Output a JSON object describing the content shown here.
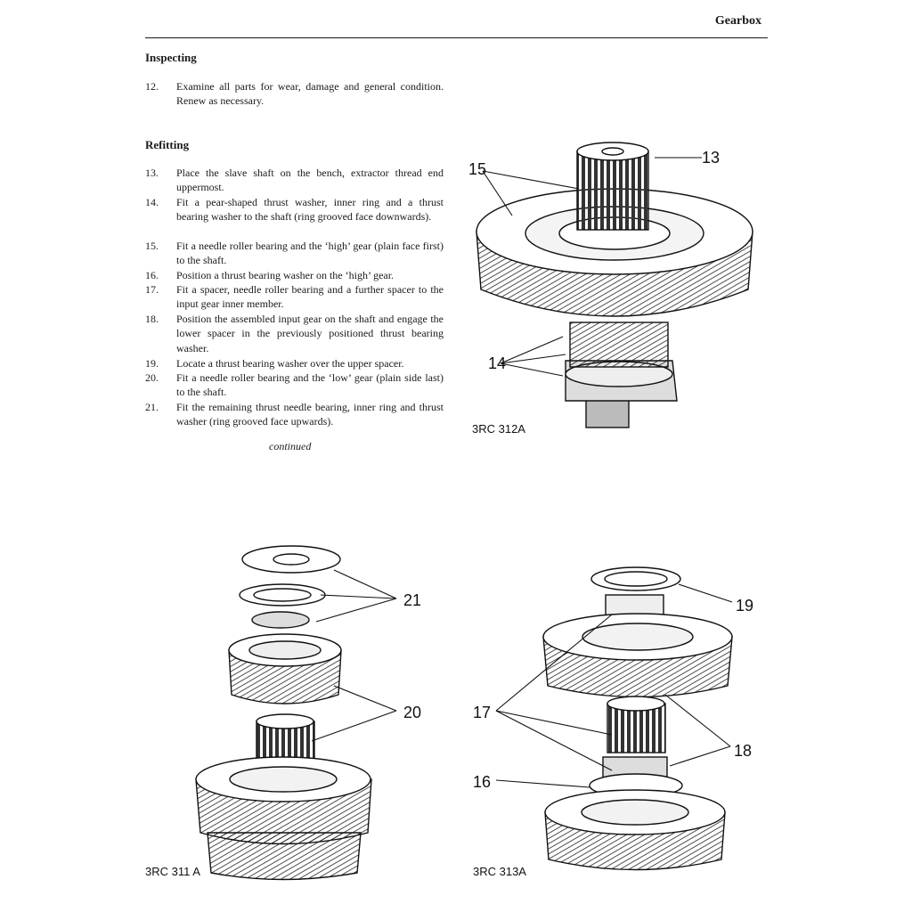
{
  "header": {
    "section_title": "Gearbox"
  },
  "inspecting": {
    "heading": "Inspecting",
    "steps": [
      {
        "num": "12.",
        "text": "Examine all parts for wear, damage and general condition. Renew as necessary."
      }
    ]
  },
  "refitting": {
    "heading": "Refitting",
    "steps": [
      {
        "num": "13.",
        "text": "Place the slave shaft on the bench, extractor thread end uppermost."
      },
      {
        "num": "14.",
        "text": "Fit a pear-shaped thrust washer, inner ring and a thrust bearing washer to the shaft (ring grooved face downwards)."
      },
      {
        "num": "15.",
        "text": "Fit a needle roller bearing and the ‘high’ gear (plain face first) to the shaft."
      },
      {
        "num": "16.",
        "text": "Position a thrust bearing washer on the ‘high’ gear."
      },
      {
        "num": "17.",
        "text": "Fit a spacer, needle roller bearing and a further spacer to the input gear inner member."
      },
      {
        "num": "18.",
        "text": "Position the assembled input gear on the shaft and engage the lower spacer in the previously positioned thrust bearing washer."
      },
      {
        "num": "19.",
        "text": "Locate a thrust bearing washer over the upper spacer."
      },
      {
        "num": "20.",
        "text": "Fit a needle roller bearing and the ‘low’ gear (plain side last) to the shaft."
      },
      {
        "num": "21.",
        "text": "Fit the remaining thrust needle bearing, inner ring and thrust washer (ring grooved face upwards)."
      }
    ],
    "continued": "continued"
  },
  "figures": {
    "fig312": {
      "code": "3RC 312A",
      "callouts": [
        "13",
        "15",
        "14"
      ]
    },
    "fig311": {
      "code": "3RC 311 A",
      "callouts": [
        "21",
        "20"
      ]
    },
    "fig313": {
      "code": "3RC 313A",
      "callouts": [
        "19",
        "17",
        "18",
        "16"
      ]
    }
  }
}
